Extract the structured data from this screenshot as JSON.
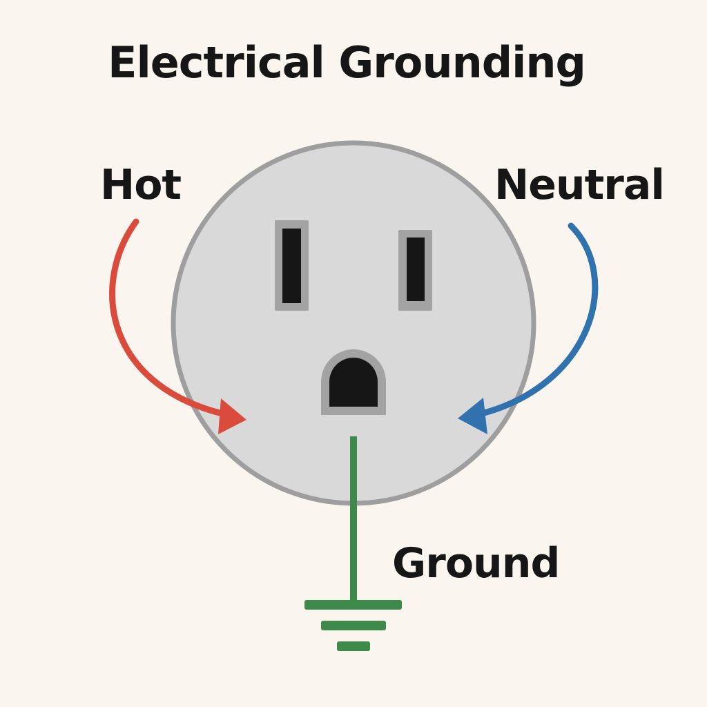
{
  "title": "Electrical Grounding",
  "labels": {
    "hot": "Hot",
    "neutral": "Neutral",
    "ground": "Ground"
  },
  "colors": {
    "background": "#FAF6EF",
    "outlet_face": "#D9D9D9",
    "outlet_rim": "#9E9E9E",
    "slot": "#161616",
    "hot_wire": "#DB4B3C",
    "neutral_wire": "#2F72AE",
    "ground_wire": "#3D8A4A"
  },
  "icons": {
    "outlet": "outlet-icon",
    "ground_symbol": "earth-ground-icon"
  }
}
